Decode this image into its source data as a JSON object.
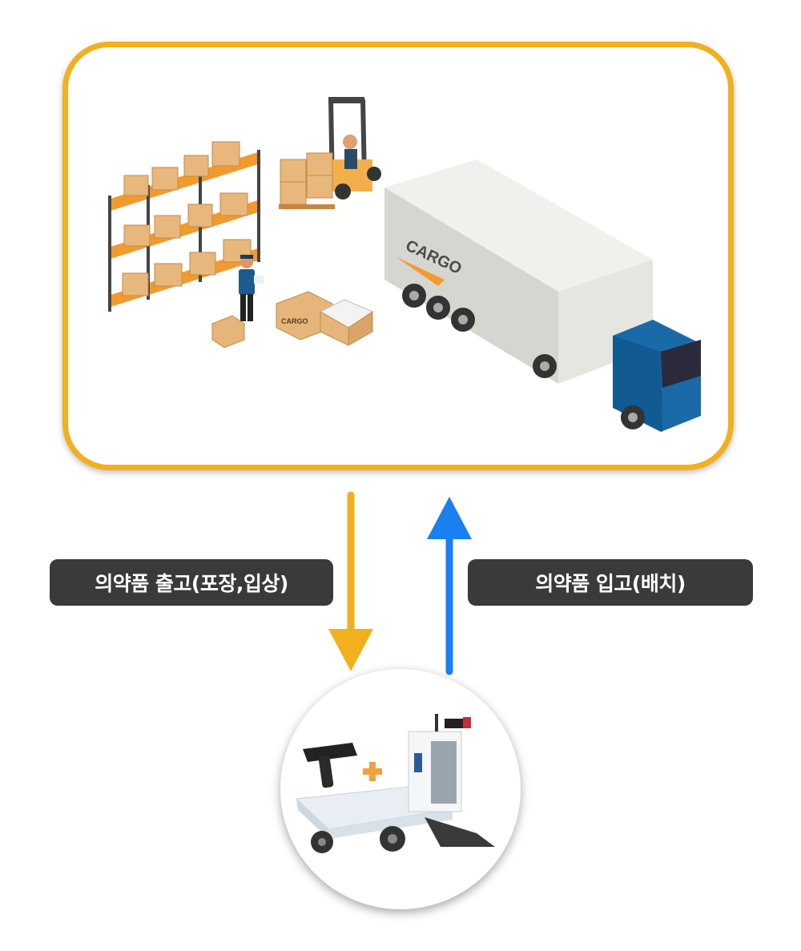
{
  "warehouse": {
    "truck_label": "CARGO",
    "box_label": "CARGO"
  },
  "flows": {
    "outbound": {
      "label": "의약품 출고(포장,입상)",
      "color": "#f2b01e"
    },
    "inbound": {
      "label": "의약품 입고(배치)",
      "color": "#1a7ff0"
    }
  },
  "icons": {
    "warehouse_scene": "warehouse-illustration",
    "robot": "agv-robot-illustration",
    "scanner": "handheld-scanner-icon",
    "plus": "plus-icon"
  }
}
